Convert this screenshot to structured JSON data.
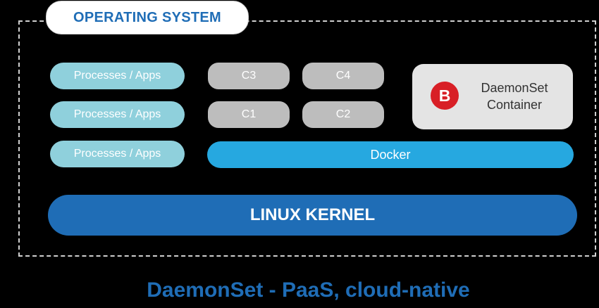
{
  "os_label": "OPERATING SYSTEM",
  "processes": [
    {
      "label": "Processes / Apps"
    },
    {
      "label": "Processes / Apps"
    },
    {
      "label": "Processes / Apps"
    }
  ],
  "containers": [
    {
      "label": "C3"
    },
    {
      "label": "C4"
    },
    {
      "label": "C1"
    },
    {
      "label": "C2"
    }
  ],
  "daemonset": {
    "line1": "DaemonSet",
    "line2": "Container",
    "logo_letter": "B",
    "logo_color": "#d81f26",
    "logo_icon": "bitdefender-logo-icon"
  },
  "docker_label": "Docker",
  "kernel_label": "LINUX KERNEL",
  "footer_title": "DaemonSet - PaaS, cloud-native",
  "colors": {
    "primary_blue": "#1f6db6",
    "docker_blue": "#26a8e0",
    "process_teal": "#8fd0dc",
    "container_grey": "#bdbdbd",
    "daemon_bg": "#e4e4e4"
  }
}
